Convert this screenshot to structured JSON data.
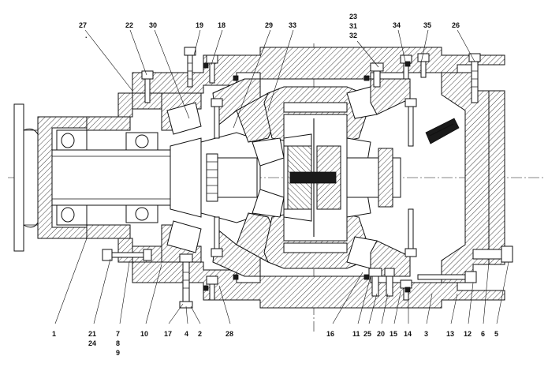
{
  "drawing": {
    "subject": "axle drive gearbox cross-section",
    "callouts": {
      "top": [
        {
          "id": "c27",
          "text": "27"
        },
        {
          "id": "c22",
          "text": "22"
        },
        {
          "id": "c30",
          "text": "30"
        },
        {
          "id": "c19",
          "text": "19"
        },
        {
          "id": "c18",
          "text": "18"
        },
        {
          "id": "c29",
          "text": "29"
        },
        {
          "id": "c33",
          "text": "33"
        },
        {
          "id": "c23",
          "text": "23"
        },
        {
          "id": "c31",
          "text": "31"
        },
        {
          "id": "c32",
          "text": "32"
        },
        {
          "id": "c34",
          "text": "34"
        },
        {
          "id": "c35",
          "text": "35"
        },
        {
          "id": "c26",
          "text": "26"
        }
      ],
      "bottom": [
        {
          "id": "c1",
          "text": "1"
        },
        {
          "id": "c21",
          "text": "21"
        },
        {
          "id": "c24",
          "text": "24"
        },
        {
          "id": "c7",
          "text": "7"
        },
        {
          "id": "c8",
          "text": "8"
        },
        {
          "id": "c9",
          "text": "9"
        },
        {
          "id": "c10",
          "text": "10"
        },
        {
          "id": "c17",
          "text": "17"
        },
        {
          "id": "c4",
          "text": "4"
        },
        {
          "id": "c2",
          "text": "2"
        },
        {
          "id": "c28",
          "text": "28"
        },
        {
          "id": "c16",
          "text": "16"
        },
        {
          "id": "c11",
          "text": "11"
        },
        {
          "id": "c25",
          "text": "25"
        },
        {
          "id": "c20",
          "text": "20"
        },
        {
          "id": "c15",
          "text": "15"
        },
        {
          "id": "c14",
          "text": "14"
        },
        {
          "id": "c3",
          "text": "3"
        },
        {
          "id": "c13",
          "text": "13"
        },
        {
          "id": "c12",
          "text": "12"
        },
        {
          "id": "c6",
          "text": "6"
        },
        {
          "id": "c5",
          "text": "5"
        }
      ]
    },
    "stray_mark": "."
  }
}
